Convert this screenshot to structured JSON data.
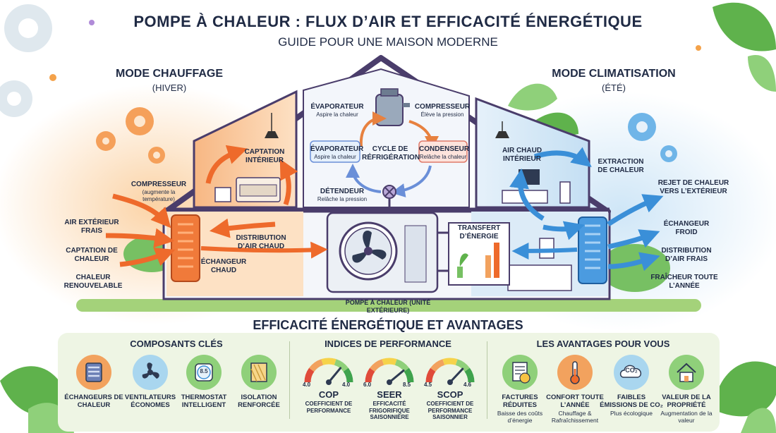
{
  "header": {
    "title": "POMPE À CHALEUR : FLUX D’AIR ET EFFICACITÉ ÉNERGÉTIQUE",
    "subtitle": "GUIDE POUR UNE MAISON MODERNE"
  },
  "heating": {
    "title": "MODE CHAUFFAGE",
    "season": "(HIVER)",
    "labels": {
      "captation_interieur": "CAPTATION INTÉRIEUR",
      "compresseur": "COMPRESSEUR",
      "compresseur_note": "(augmente la température)",
      "air_exterieur": "AIR EXTÉRIEUR FRAIS",
      "captation_chaleur": "CAPTATION DE CHALEUR",
      "chaleur_renouvelable": "CHALEUR RENOUVELABLE",
      "distribution": "DISTRIBUTION D’AIR CHAUD",
      "echangeur": "ÉCHANGEUR CHAUD"
    }
  },
  "cycle": {
    "evaporateur_top": "ÉVAPORATEUR",
    "evaporateur_top_note": "Aspire la chaleur",
    "compresseur": "COMPRESSEUR",
    "compresseur_note": "Élève la pression",
    "evaporateur_mid": "ÉVAPORATEUR",
    "evaporateur_mid_note": "Aspire la chaleur",
    "cycle_label": "CYCLE DE RÉFRIGÉRATION",
    "condenseur": "CONDENSEUR",
    "condenseur_note": "Relâche la chaleur",
    "detendeur": "DÉTENDEUR",
    "detendeur_note": "Relâche la pression",
    "transfert": "TRANSFERT D’ÉNERGIE",
    "unit_label": "POMPE À CHALEUR (UNITÉ EXTÉRIEURE)"
  },
  "cooling": {
    "title": "MODE CLIMATISATION",
    "season": "(ÉTÉ)",
    "labels": {
      "air_chaud": "AIR CHAUD INTÉRIEUR",
      "extraction": "EXTRACTION DE CHALEUR",
      "rejet": "REJET DE CHALEUR VERS L’EXTÉRIEUR",
      "echangeur": "ÉCHANGEUR FROID",
      "distribution": "DISTRIBUTION D’AIR FRAIS",
      "fraicheur": "FRAÎCHEUR TOUTE L’ANNÉE"
    }
  },
  "bottom": {
    "title": "EFFICACITÉ ÉNERGÉTIQUE ET AVANTAGES",
    "components": {
      "title": "COMPOSANTS CLÉS",
      "items": [
        {
          "label": "ÉCHANGEURS DE CHALEUR",
          "icon": "heat-exchanger-icon"
        },
        {
          "label": "VENTILATEURS ÉCONOMES",
          "icon": "fan-icon"
        },
        {
          "label": "THERMOSTAT INTELLIGENT",
          "icon": "thermostat-icon",
          "display": "8.5"
        },
        {
          "label": "ISOLATION RENFORCÉE",
          "icon": "insulation-icon"
        }
      ]
    },
    "performance": {
      "title": "INDICES DE PERFORMANCE",
      "gauges": [
        {
          "name": "COP",
          "desc": "COEFFICIENT DE PERFORMANCE",
          "min": "4.0",
          "max": "4.0",
          "level": 0.72
        },
        {
          "name": "SEER",
          "desc": "EFFICACITÉ FRIGORIFIQUE SAISONNIÈRE",
          "min": "6.0",
          "max": "8.5",
          "level": 0.78
        },
        {
          "name": "SCOP",
          "desc": "COEFFICIENT DE PERFORMANCE SAISONNIER",
          "min": "4.5",
          "max": "4.6",
          "level": 0.74
        }
      ]
    },
    "benefits": {
      "title": "LES AVANTAGES POUR VOUS",
      "items": [
        {
          "label": "FACTURES RÉDUITES",
          "note": "Baisse des coûts d’énergie",
          "icon": "invoice-icon"
        },
        {
          "label": "CONFORT TOUTE L’ANNÉE",
          "note": "Chauffage & Rafraîchissement",
          "icon": "thermometer-icon"
        },
        {
          "label": "FAIBLES ÉMISSIONS DE CO₂",
          "note": "Plus écologique",
          "icon": "co2-cloud-icon",
          "display": "CO₂"
        },
        {
          "label": "VALEUR DE LA PROPRIÉTÉ",
          "note": "Augmentation de la valeur",
          "icon": "house-icon"
        }
      ]
    }
  }
}
